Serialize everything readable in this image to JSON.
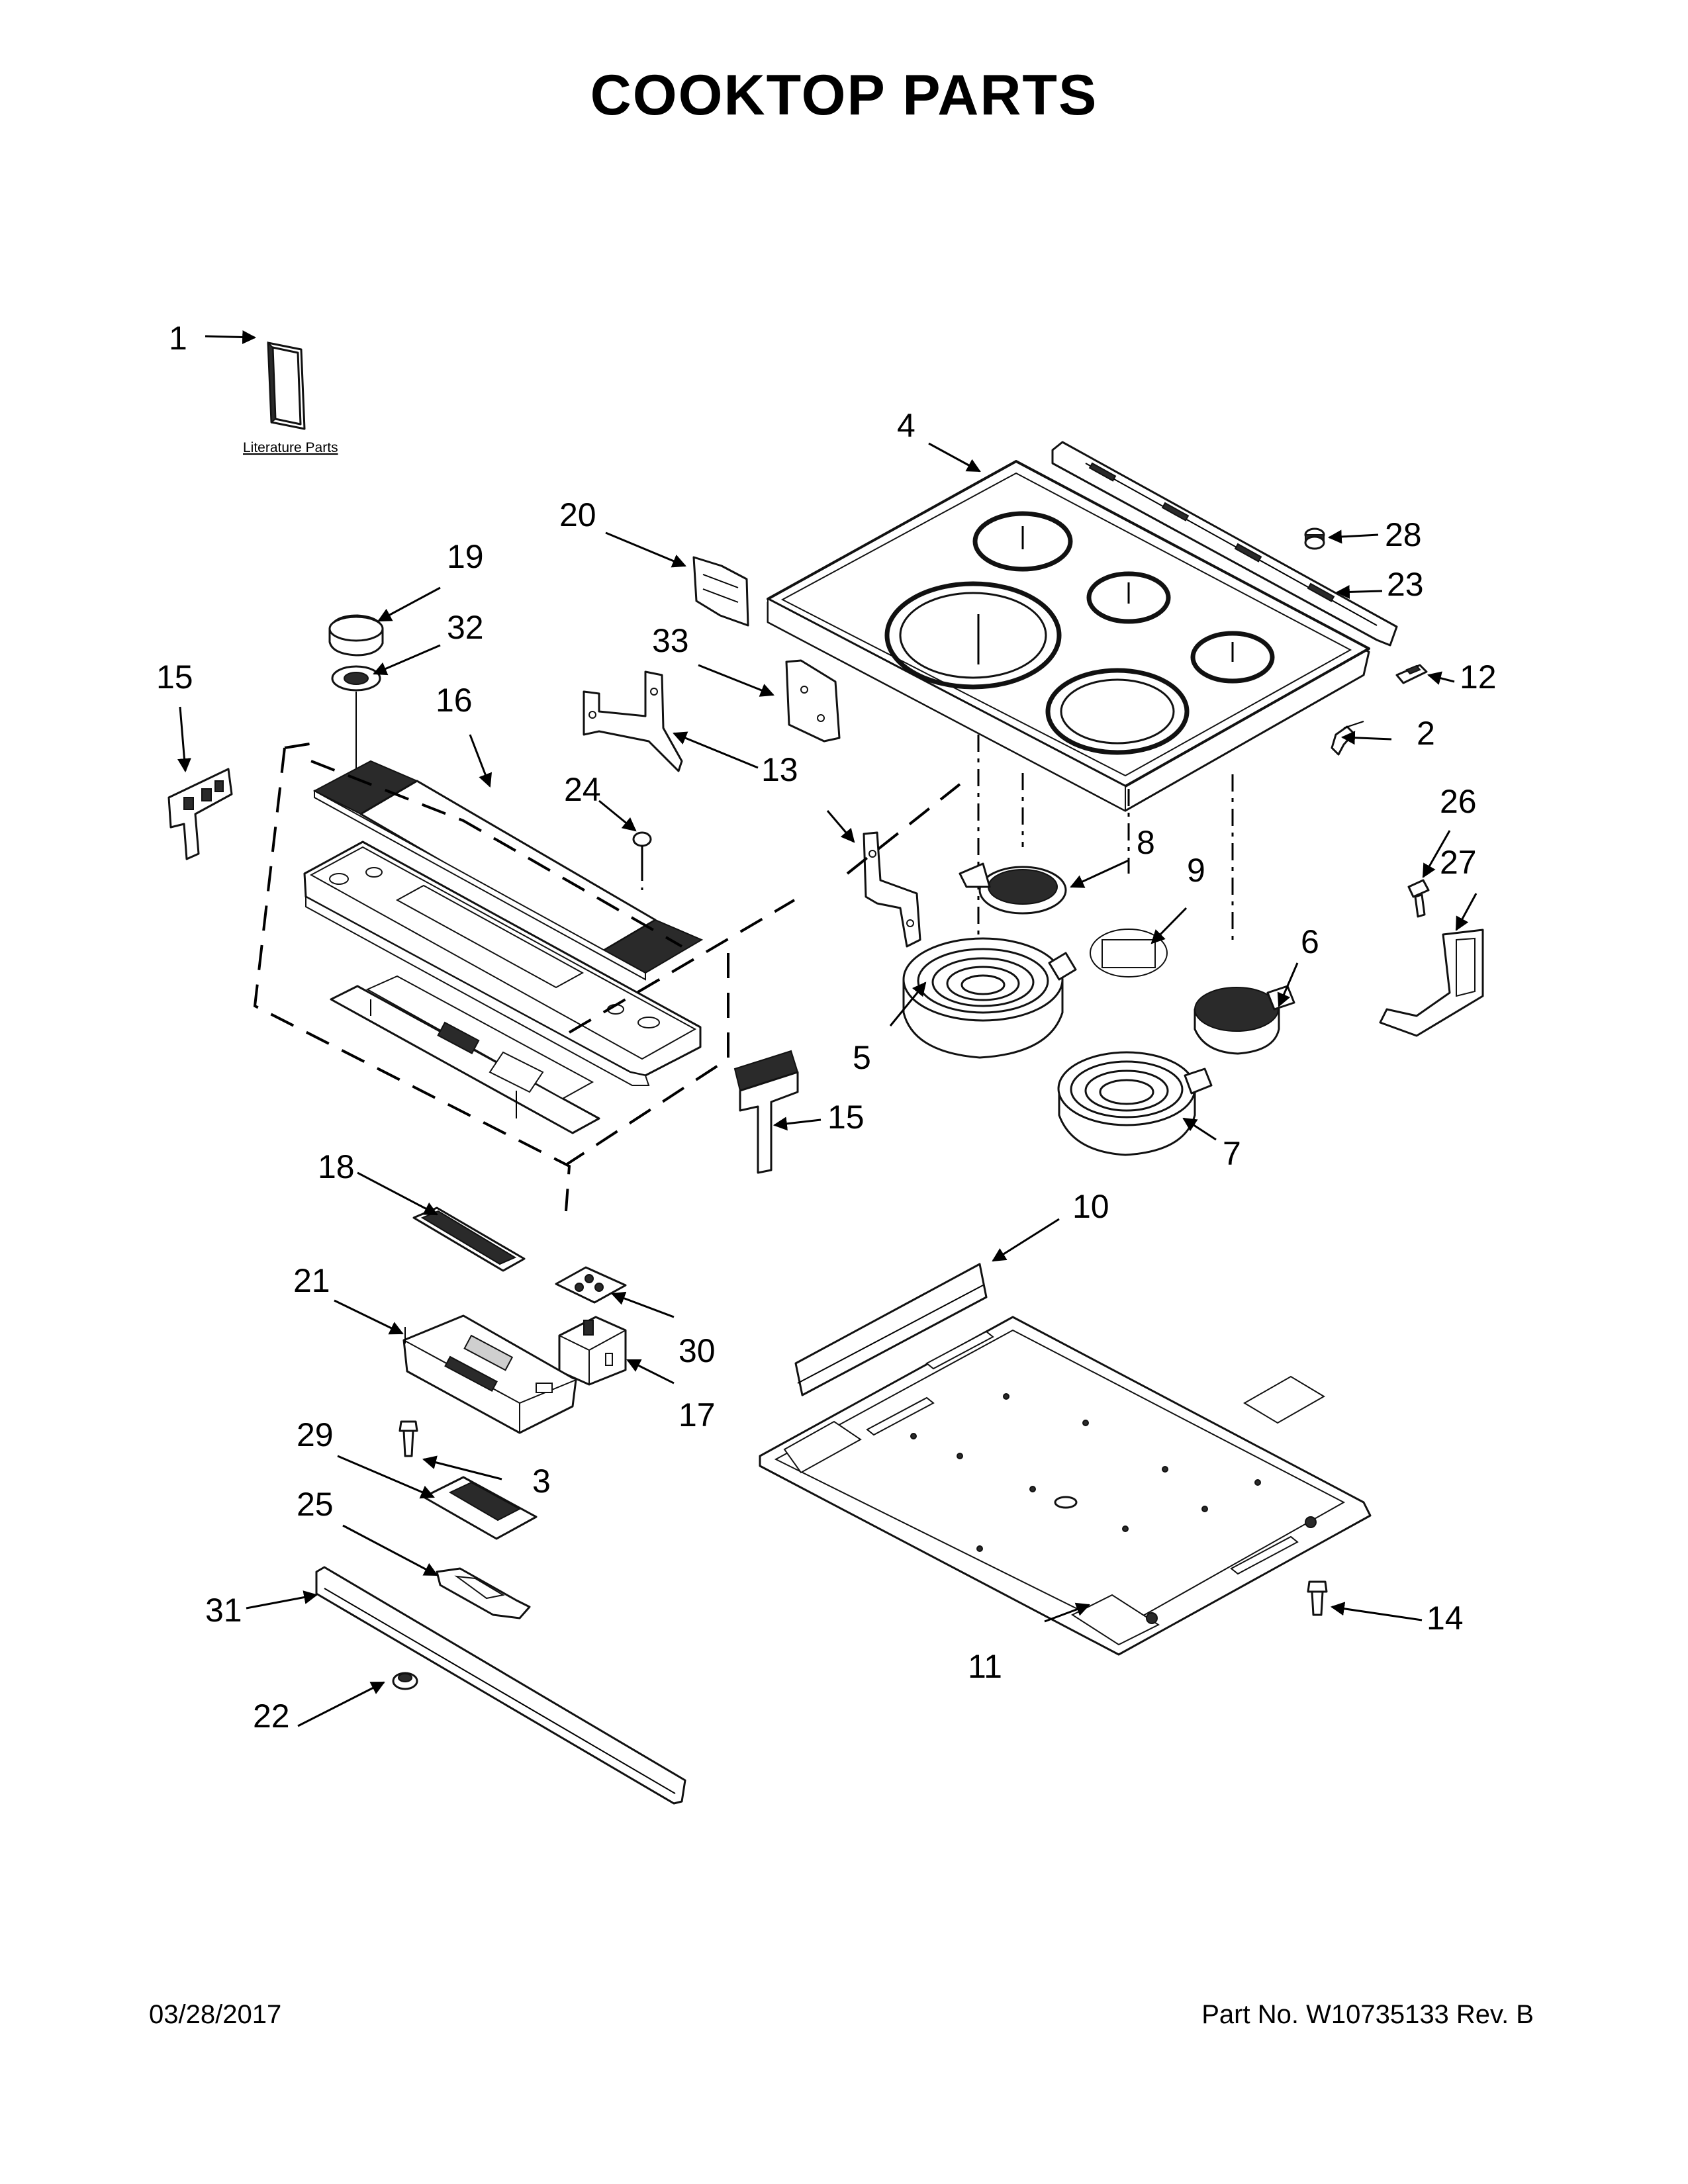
{
  "title": "COOKTOP PARTS",
  "literature_label": "Literature Parts",
  "footer": {
    "date": "03/28/2017",
    "part_number": "Part No.  W10735133  Rev.  B"
  },
  "callouts": [
    "1",
    "2",
    "3",
    "4",
    "5",
    "6",
    "7",
    "8",
    "9",
    "10",
    "11",
    "12",
    "13",
    "14",
    "15",
    "15",
    "16",
    "17",
    "18",
    "19",
    "20",
    "21",
    "22",
    "23",
    "24",
    "25",
    "26",
    "27",
    "28",
    "29",
    "30",
    "31",
    "32",
    "33"
  ]
}
